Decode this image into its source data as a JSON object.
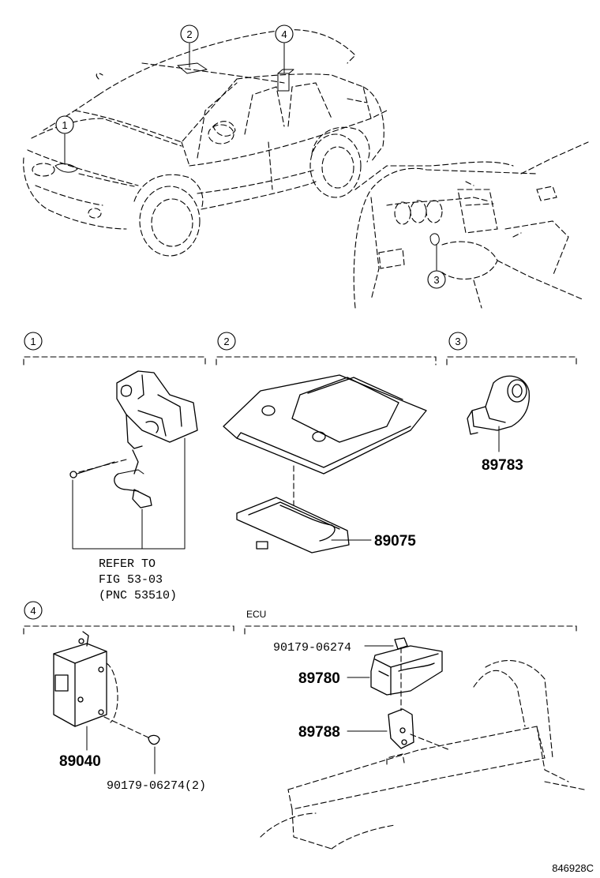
{
  "callouts": {
    "c1": "1",
    "c2": "2",
    "c3": "3",
    "c4": "4"
  },
  "sections": {
    "s1_number": "1",
    "s2_number": "2",
    "s3_number": "3",
    "s4_number": "4",
    "ecu_label": "ECU"
  },
  "parts": {
    "p89783": "89783",
    "p89075": "89075",
    "p89040": "89040",
    "p90179_2": "90179-06274(2)",
    "p90179": "90179-06274",
    "p89780": "89780",
    "p89788": "89788"
  },
  "refer_note": {
    "line1": "REFER TO",
    "line2": "FIG 53-03",
    "line3": "(PNC 53510)"
  },
  "figure_code": "846928C"
}
